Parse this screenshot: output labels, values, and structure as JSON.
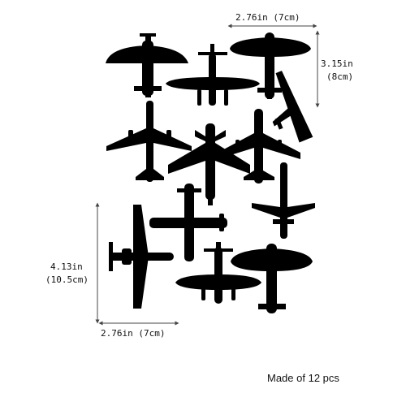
{
  "colors": {
    "silhouette": "#000000",
    "dimension_line": "#444444",
    "background": "#ffffff"
  },
  "dimensions": {
    "top_width": "2.76in (7cm)",
    "right_height_in": "3.15in",
    "right_height_cm": "(8cm)",
    "left_height_in": "4.13in",
    "left_height_cm": "(10.5cm)",
    "bottom_width": "2.76in (7cm)"
  },
  "caption": "Made of 12 pcs",
  "pieces": [
    {
      "id": 1,
      "icon": "airplane-silhouette-icon"
    },
    {
      "id": 2,
      "icon": "airplane-silhouette-icon"
    },
    {
      "id": 3,
      "icon": "airplane-silhouette-icon"
    },
    {
      "id": 4,
      "icon": "airplane-silhouette-icon"
    },
    {
      "id": 5,
      "icon": "airplane-silhouette-icon"
    },
    {
      "id": 6,
      "icon": "airplane-silhouette-icon"
    },
    {
      "id": 7,
      "icon": "airplane-silhouette-icon"
    },
    {
      "id": 8,
      "icon": "airplane-silhouette-icon"
    },
    {
      "id": 9,
      "icon": "airplane-silhouette-icon"
    },
    {
      "id": 10,
      "icon": "airplane-silhouette-icon"
    },
    {
      "id": 11,
      "icon": "airplane-silhouette-icon"
    },
    {
      "id": 12,
      "icon": "airplane-silhouette-icon"
    }
  ]
}
